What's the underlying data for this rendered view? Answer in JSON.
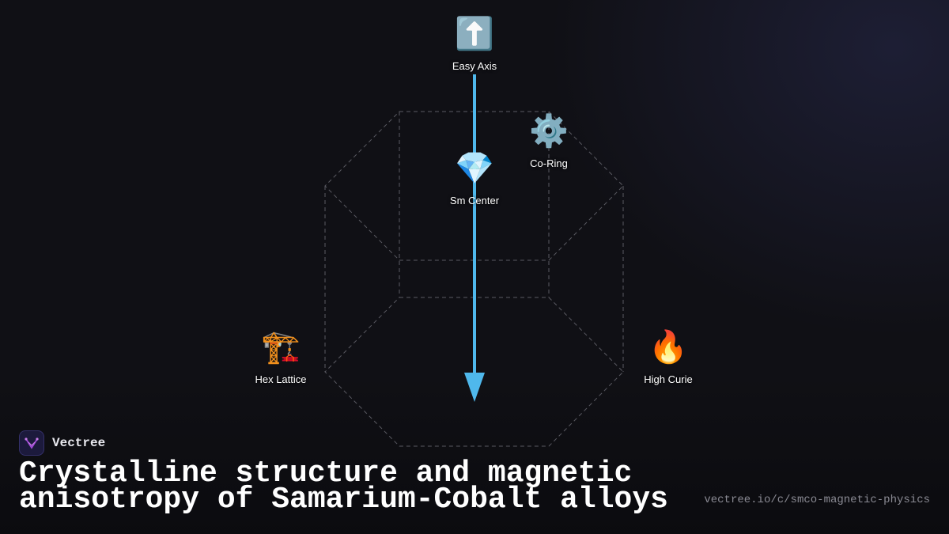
{
  "colors": {
    "background": "#101015",
    "axis_arrow": "#4fb8ec",
    "wireframe": "#5a5a62",
    "label_text": "#ffffff",
    "logo_accent": "#a24ad8"
  },
  "diagram": {
    "nodes": [
      {
        "id": "easy-axis",
        "icon": "up-arrow-icon",
        "emoji": "⬆️",
        "label": "Easy Axis"
      },
      {
        "id": "co-ring",
        "icon": "gear-icon",
        "emoji": "⚙️",
        "label": "Co-Ring"
      },
      {
        "id": "sm-center",
        "icon": "gem-icon",
        "emoji": "💎",
        "label": "Sm Center"
      },
      {
        "id": "hex-lattice",
        "icon": "crane-icon",
        "emoji": "🏗️",
        "label": "Hex Lattice"
      },
      {
        "id": "high-curie",
        "icon": "fire-icon",
        "emoji": "🔥",
        "label": "High Curie"
      }
    ]
  },
  "brand": {
    "name": "Vectree",
    "logo_icon": "vectree-logo-icon"
  },
  "title": "Crystalline structure and magnetic anisotropy of Samarium-Cobalt alloys",
  "url": "vectree.io/c/smco-magnetic-physics"
}
